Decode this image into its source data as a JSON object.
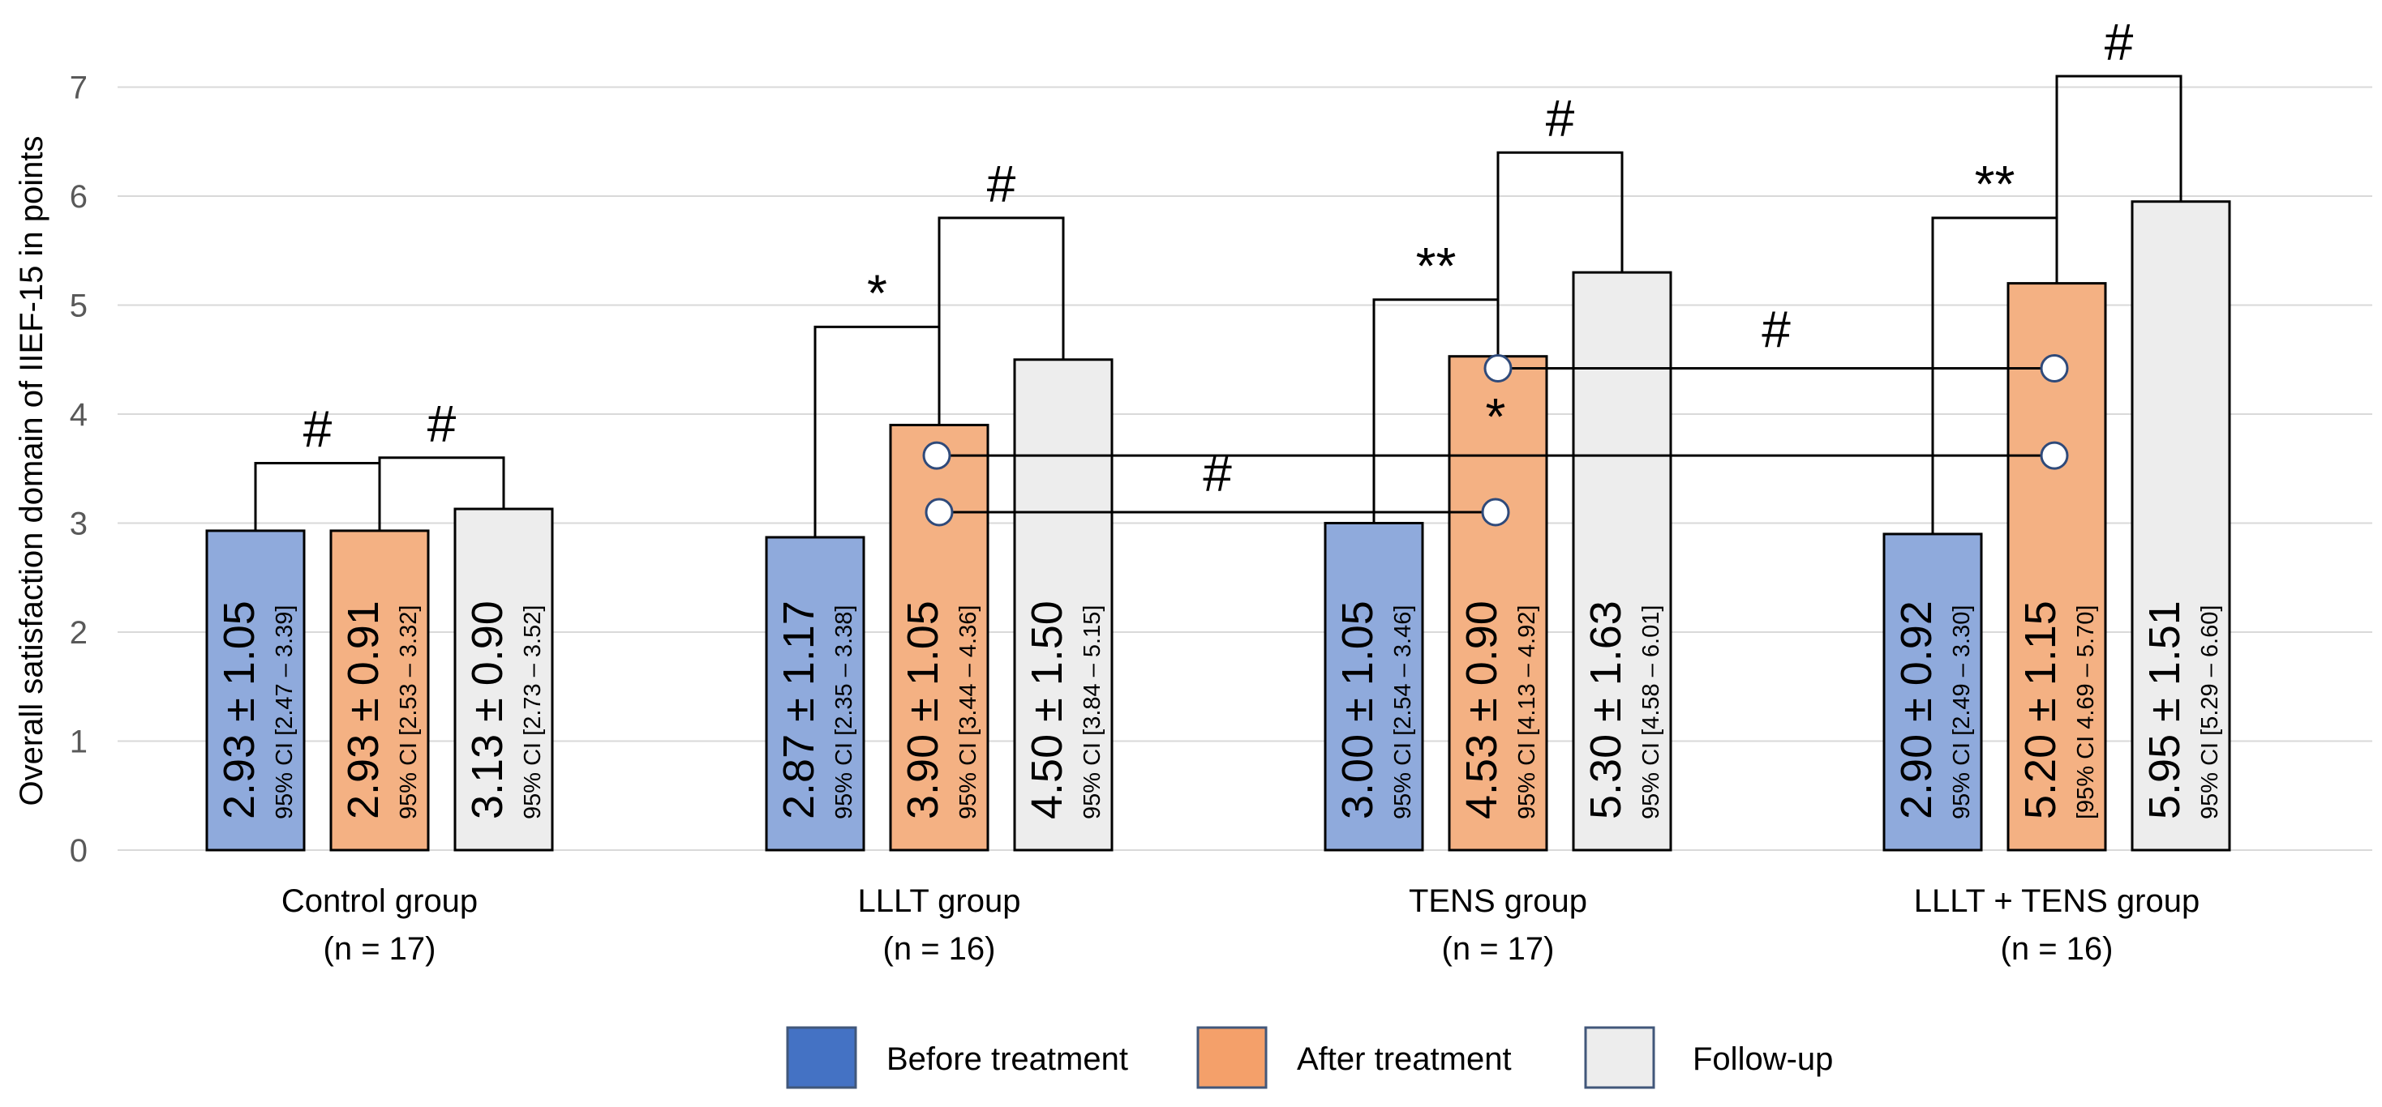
{
  "chart_data": {
    "type": "bar",
    "title": "",
    "ylabel": "Overall satisfaction domain of IIEF-15 in points",
    "xlabel": "",
    "ylim": [
      0,
      7
    ],
    "yticks": [
      "0",
      "1",
      "2",
      "3",
      "4",
      "5",
      "6",
      "7"
    ],
    "grid": true,
    "legend_position": "bottom",
    "categories": [
      {
        "name": "Control group",
        "n": "(n = 17)"
      },
      {
        "name": "LLLT group",
        "n": "(n = 16)"
      },
      {
        "name": "TENS group",
        "n": "(n = 17)"
      },
      {
        "name": "LLLT + TENS group",
        "n": "(n = 16)"
      }
    ],
    "series": [
      {
        "name": "Before treatment",
        "legend_color": "#4472c4",
        "bar_color": "#8faadc",
        "values": [
          2.93,
          2.87,
          3.0,
          2.9
        ],
        "labels": [
          "2.93 ± 1.05",
          "2.87 ± 1.17",
          "3.00 ± 1.05",
          "2.90 ± 0.92"
        ],
        "ci_labels": [
          "95% CI [2.47 – 3.39]",
          "95% CI [2.35 – 3.38]",
          "95% CI [2.54 – 3.46]",
          "95% CI [2.49 – 3.30]"
        ]
      },
      {
        "name": "After treatment",
        "legend_color": "#f4a06a",
        "bar_color": "#f4b183",
        "values": [
          2.93,
          3.9,
          4.53,
          5.2
        ],
        "labels": [
          "2.93 ± 0.91",
          "3.90 ± 1.05",
          "4.53 ± 0.90",
          "5.20 ± 1.15"
        ],
        "ci_labels": [
          "95% CI [2.53 – 3.32]",
          "95% CI [3.44 – 4.36]",
          "95% CI [4.13 – 4.92]",
          "[95% CI 4.69 – 5.70]"
        ]
      },
      {
        "name": "Follow-up",
        "legend_color": "#ededed",
        "bar_color": "#ededed",
        "values": [
          3.13,
          4.5,
          5.3,
          5.95
        ],
        "labels": [
          "3.13 ± 0.90",
          "4.50 ± 1.50",
          "5.30 ± 1.63",
          "5.95 ± 1.51"
        ],
        "ci_labels": [
          "95% CI [2.73 – 3.52]",
          "95% CI [3.84 – 5.15]",
          "95% CI [4.58 – 6.01]",
          "95% CI [5.29 – 6.60]"
        ]
      }
    ],
    "within_group_comparisons": [
      {
        "group": 0,
        "from_series": 0,
        "to_series": 1,
        "mark": "#",
        "level": 3.55
      },
      {
        "group": 0,
        "from_series": 1,
        "to_series": 2,
        "mark": "#",
        "level": 3.6
      },
      {
        "group": 1,
        "from_series": 0,
        "to_series": 1,
        "mark": "*",
        "level": 4.8
      },
      {
        "group": 1,
        "from_series": 1,
        "to_series": 2,
        "mark": "#",
        "level": 5.8
      },
      {
        "group": 2,
        "from_series": 0,
        "to_series": 1,
        "mark": "**",
        "level": 5.05
      },
      {
        "group": 2,
        "from_series": 1,
        "to_series": 2,
        "mark": "#",
        "level": 6.4
      },
      {
        "group": 3,
        "from_series": 0,
        "to_series": 1,
        "mark": "**",
        "level": 5.8
      },
      {
        "group": 3,
        "from_series": 1,
        "to_series": 2,
        "mark": "#",
        "level": 7.1
      }
    ],
    "between_group_comparisons": [
      {
        "series": 1,
        "from_group": 1,
        "to_group": 2,
        "value": 3.1,
        "mark": "#"
      },
      {
        "series": 1,
        "from_group": 1,
        "to_group": 3,
        "value": 3.62,
        "mark": "*"
      },
      {
        "series": 1,
        "from_group": 2,
        "to_group": 3,
        "value": 4.42,
        "mark": "#"
      }
    ]
  }
}
